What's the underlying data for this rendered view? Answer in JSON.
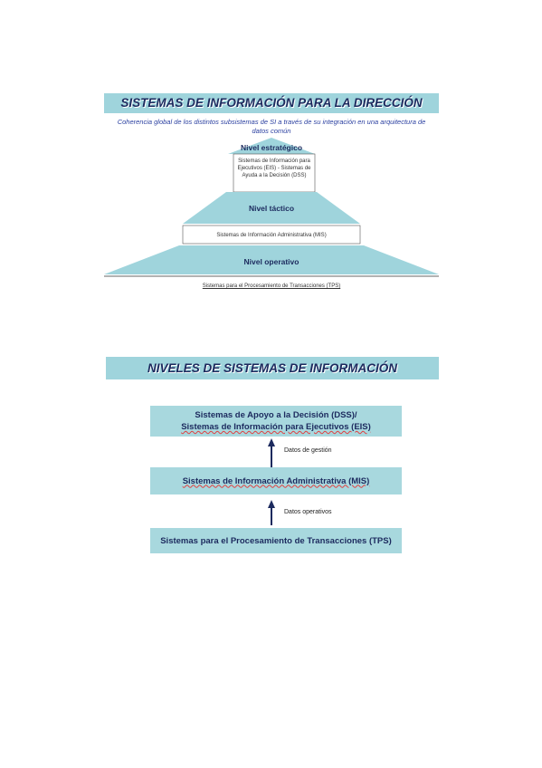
{
  "top": {
    "title": "SISTEMAS DE INFORMACIÓN PARA LA DIRECCIÓN",
    "subtitle": "Coherencia global de los distintos subsistemas de SI a través de su integración en una arquitectura de datos común",
    "levels": {
      "strategic": {
        "title": "Nivel estratégico",
        "systems": "Sistemas de Información para Ejecutivos (EIS) - Sistemas de Ayuda a la Decisión (DSS)"
      },
      "tactical": {
        "title": "Nivel táctico",
        "systems": "Sistemas de Información Administrativa (MIS)"
      },
      "operative": {
        "title": "Nivel operativo",
        "systems": "Sistemas para el Procesamiento de Transacciones (TPS)"
      }
    }
  },
  "bottom": {
    "title": "NIVELES DE SISTEMAS DE INFORMACIÓN",
    "boxes": {
      "dss_line1": "Sistemas de Apoyo a la Decisión (DSS)/",
      "dss_line2": "Sistemas de Información para Ejecutivos (EIS)",
      "mis": "Sistemas de Información Administrativa (MIS)",
      "tps": "Sistemas para el Procesamiento de Transacciones (TPS)"
    },
    "flows": {
      "upper": "Datos de gestión",
      "lower": "Datos operativos"
    }
  },
  "colors": {
    "teal": "#9fd4dc",
    "navy": "#1c2a5e"
  }
}
